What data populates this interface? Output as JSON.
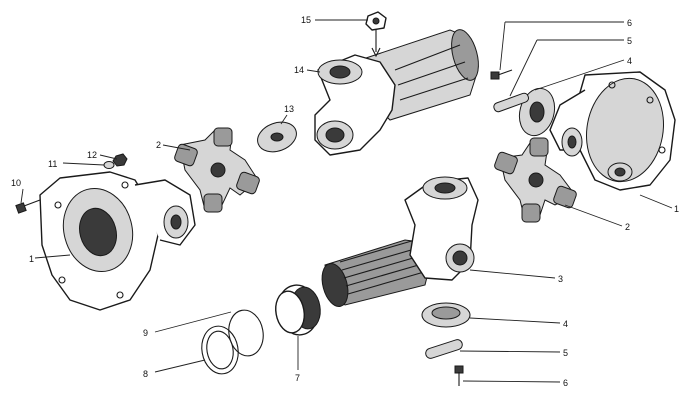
{
  "callouts": {
    "c1_left": "1",
    "c1_right": "1",
    "c2_left": "2",
    "c2_right": "2",
    "c3": "3",
    "c4_top": "4",
    "c4_bottom": "4",
    "c5_top": "5",
    "c5_bottom": "5",
    "c6_top": "6",
    "c6_bottom": "6",
    "c7": "7",
    "c8": "8",
    "c9": "9",
    "c10": "10",
    "c11": "11",
    "c12": "12",
    "c13": "13",
    "c14": "14",
    "c15": "15"
  },
  "colors": {
    "ink": "#1a1a1a",
    "shade": "#3a3a3a",
    "background": "#ffffff"
  },
  "icons": [
    "flange-yoke",
    "spider-cross",
    "slip-yoke",
    "spline-shaft-yoke",
    "bearing-cup",
    "retaining-ring",
    "bolt",
    "nut",
    "washer",
    "locking-plate",
    "gasket",
    "grease-fitting"
  ]
}
